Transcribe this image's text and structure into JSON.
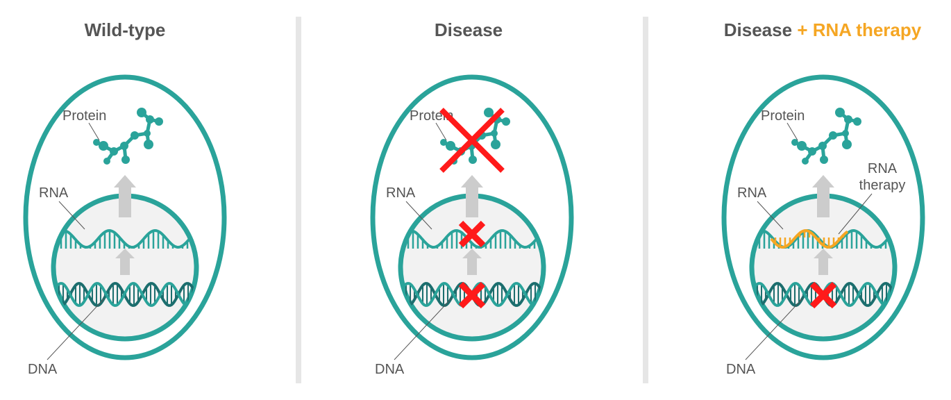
{
  "panels": [
    {
      "title": "Wild-type",
      "title_suffix": "",
      "labels": {
        "protein": "Protein",
        "rna": "RNA",
        "dna": "DNA"
      },
      "dna_blocked": false,
      "rna_blocked": false,
      "protein_blocked": false,
      "therapy": false
    },
    {
      "title": "Disease",
      "title_suffix": "",
      "labels": {
        "protein": "Protein",
        "rna": "RNA",
        "dna": "DNA"
      },
      "dna_blocked": true,
      "rna_blocked": true,
      "protein_blocked": true,
      "therapy": false
    },
    {
      "title": "Disease",
      "title_suffix": "+ RNA therapy",
      "labels": {
        "protein": "Protein",
        "rna": "RNA",
        "dna": "DNA",
        "therapy_line1": "RNA",
        "therapy_line2": "therapy"
      },
      "dna_blocked": true,
      "rna_blocked": false,
      "protein_blocked": false,
      "therapy": true
    }
  ],
  "colors": {
    "cell": "#2aa39a",
    "dna_dark": "#1c6e6e",
    "nucleus_fill": "#f2f2f2",
    "arrow": "#cccccc",
    "block": "#ff1a1a",
    "therapy": "#f5a623",
    "text": "#555555",
    "divider": "#e6e6e6"
  }
}
